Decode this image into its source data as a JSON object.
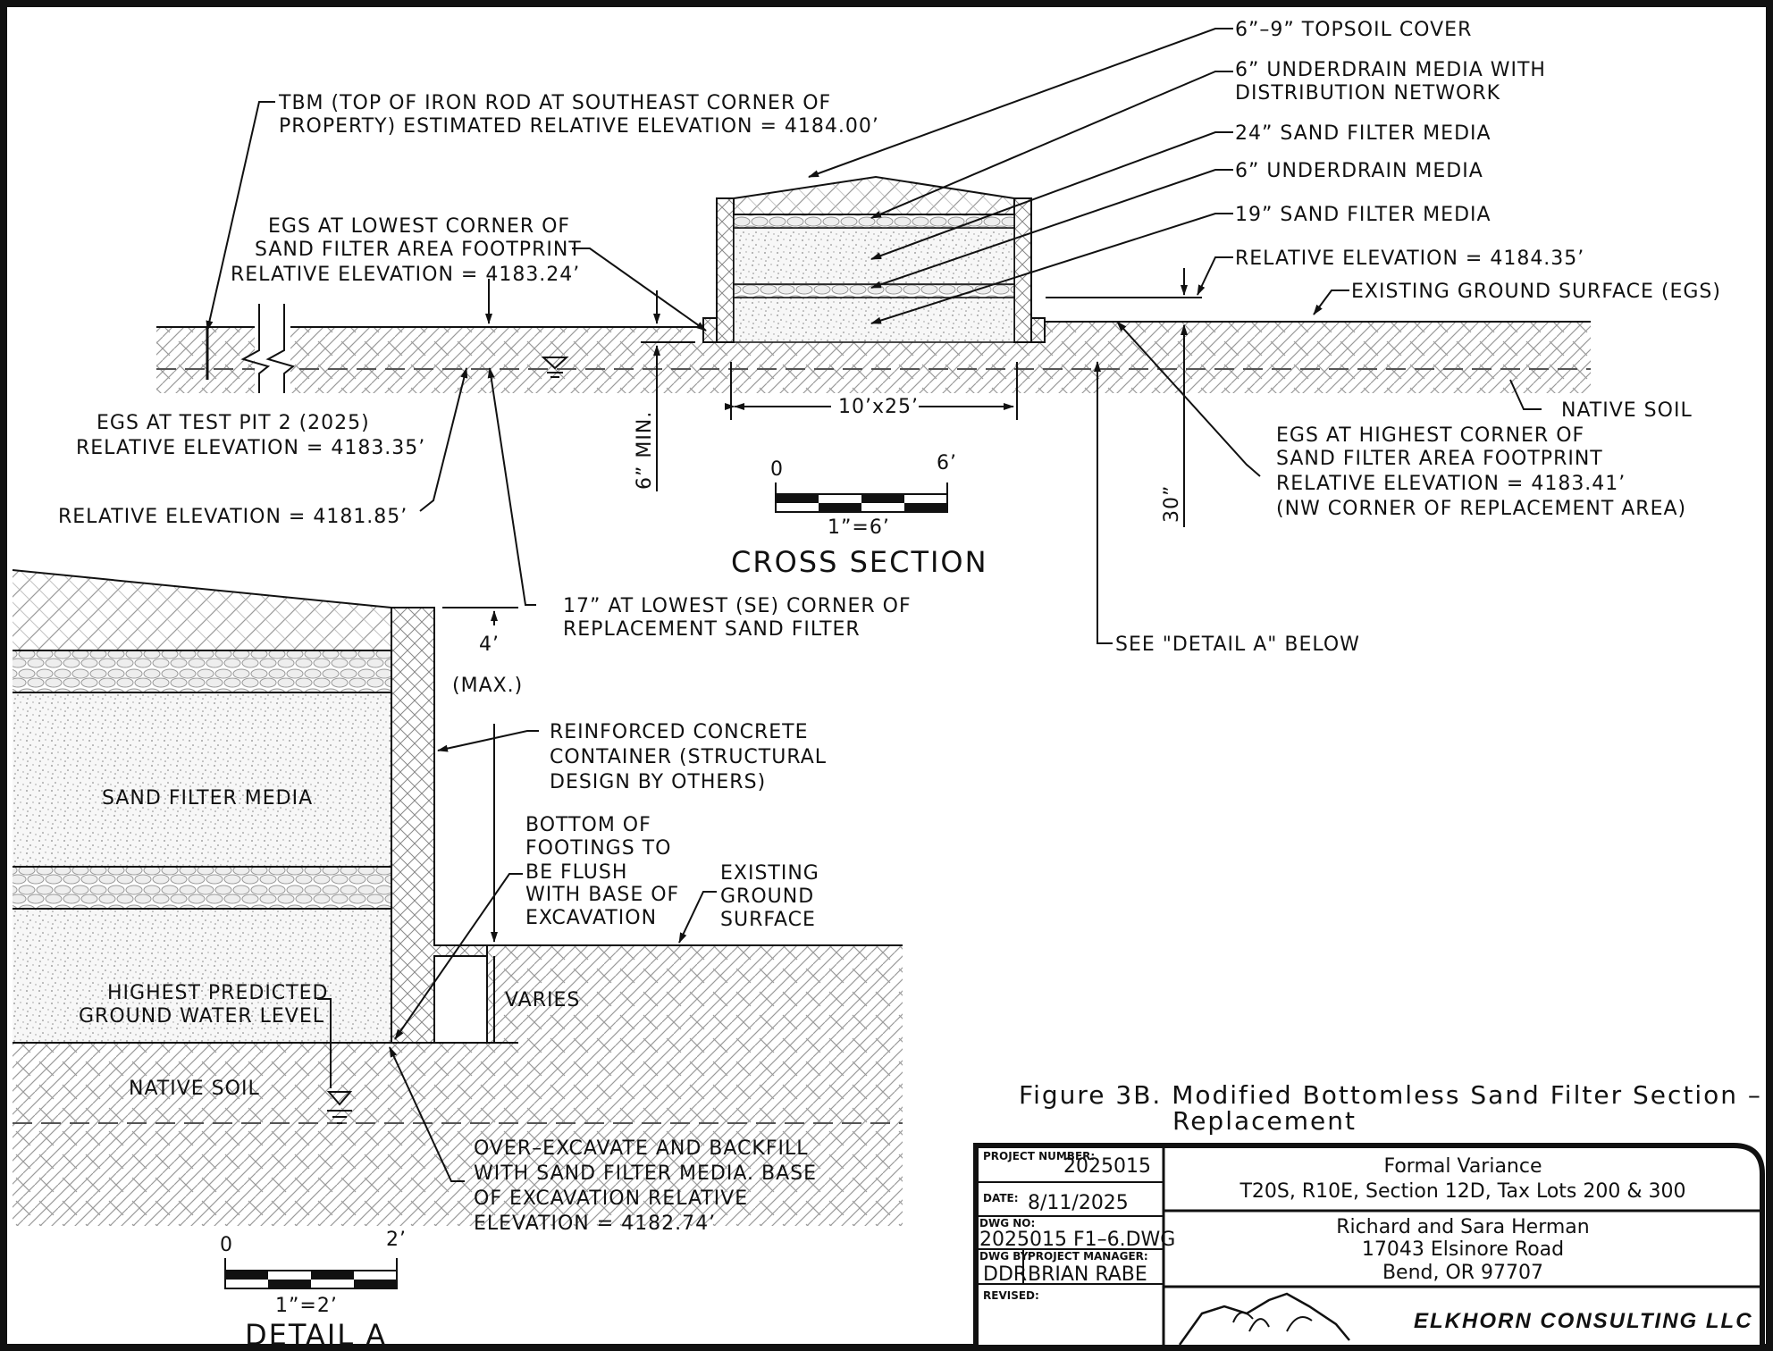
{
  "labels": {
    "topsoil": "6”–9” TOPSOIL COVER",
    "underdrain_dist_1": "6” UNDERDRAIN MEDIA WITH",
    "underdrain_dist_2": "DISTRIBUTION NETWORK",
    "sand24": "24” SAND FILTER MEDIA",
    "underdrain6": "6” UNDERDRAIN MEDIA",
    "sand19": "19” SAND FILTER MEDIA",
    "rel_4184_35": "RELATIVE ELEVATION = 4184.35’",
    "egs": "EXISTING GROUND SURFACE (EGS)",
    "native_soil_top": "NATIVE SOIL",
    "tbm_1": "TBM (TOP OF IRON ROD AT SOUTHEAST CORNER OF",
    "tbm_2": "PROPERTY) ESTIMATED RELATIVE ELEVATION = 4184.00’",
    "egs_low_1": "EGS AT LOWEST CORNER OF",
    "egs_low_2": "SAND FILTER AREA FOOTPRINT",
    "egs_low_3": "RELATIVE ELEVATION = 4183.24’",
    "testpit_1": "EGS AT TEST PIT 2 (2025)",
    "testpit_2": "RELATIVE ELEVATION = 4183.35’",
    "rel_4181_85": "RELATIVE ELEVATION = 4181.85’",
    "six_min": "6” MIN.",
    "dim_10x25": "10’x25’",
    "thirty": "30”",
    "egs_high_1": "EGS AT HIGHEST CORNER OF",
    "egs_high_2": "SAND FILTER AREA FOOTPRINT",
    "egs_high_3": "RELATIVE ELEVATION = 4183.41’",
    "egs_high_4": "(NW CORNER OF REPLACEMENT AREA)",
    "see_detail": "SEE \"DETAIL A\" BELOW",
    "seventeen_1": "17” AT LOWEST (SE) CORNER OF",
    "seventeen_2": "REPLACEMENT SAND FILTER",
    "four": "4’",
    "max": "(MAX.)",
    "concrete_1": "REINFORCED CONCRETE",
    "concrete_2": "CONTAINER (STRUCTURAL",
    "concrete_3": "DESIGN BY OTHERS)",
    "sand_media": "SAND FILTER MEDIA",
    "footing_1": "BOTTOM OF",
    "footing_2": "FOOTINGS TO",
    "footing_3": "BE FLUSH",
    "footing_4": "WITH BASE OF",
    "footing_5": "EXCAVATION",
    "exist_1": "EXISTING",
    "exist_2": "GROUND",
    "exist_3": "SURFACE",
    "varies": "VARIES",
    "gw_1": "HIGHEST PREDICTED",
    "gw_2": "GROUND WATER LEVEL",
    "native_soil_detail": "NATIVE SOIL",
    "over_1": "OVER–EXCAVATE AND BACKFILL",
    "over_2": "WITH SAND FILTER MEDIA. BASE",
    "over_3": "OF EXCAVATION RELATIVE",
    "over_4": "ELEVATION = 4182.74’"
  },
  "scales": {
    "cross": {
      "zero": "0",
      "end": "6’",
      "ratio": "1”=6’",
      "title": "CROSS SECTION"
    },
    "detail": {
      "zero": "0",
      "end": "2’",
      "ratio": "1”=2’",
      "title": "DETAIL A"
    }
  },
  "figure_caption_1": "Figure 3B. Modified Bottomless Sand Filter Section –",
  "figure_caption_2": "Replacement",
  "title_block": {
    "project_number_label": "PROJECT NUMBER:",
    "project_number": "2025015",
    "date_label": "DATE:",
    "date": "8/11/2025",
    "dwg_no_label": "DWG NO:",
    "dwg_no": "2025015 F1–6.DWG",
    "dwg_by_label": "DWG BY:",
    "dwg_by": "DDR",
    "pm_label": "PROJECT MANAGER:",
    "pm": "BRIAN RABE",
    "revised_label": "REVISED:",
    "title_1": "Formal Variance",
    "title_2": "T20S, R10E, Section 12D, Tax Lots 200 & 300",
    "client_1": "Richard and Sara Herman",
    "client_2": "17043 Elsinore Road",
    "client_3": "Bend, OR 97707",
    "company": "ELKHORN CONSULTING LLC"
  }
}
